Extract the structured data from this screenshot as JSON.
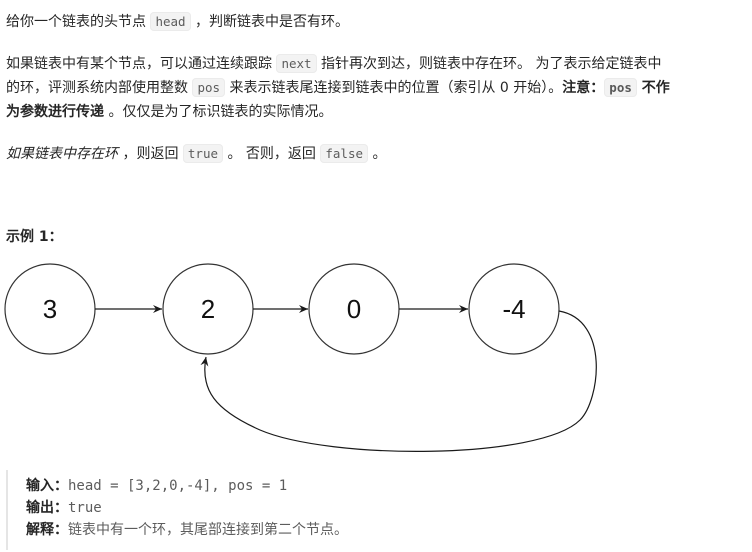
{
  "intro": {
    "p1_before": "给你一个链表的头节点 ",
    "p1_code": "head",
    "p1_after": " ，判断链表中是否有环。"
  },
  "description": {
    "line1_before": "如果链表中有某个节点，可以通过连续跟踪 ",
    "line1_code": "next",
    "line1_after": " 指针再次到达，则链表中存在环。 为了表示给定链表中",
    "line2_before": "的环，评测系统内部使用整数 ",
    "line2_code": "pos",
    "line2_after": " 来表示链表尾连接到链表中的位置（索引从 0 开始）。",
    "note_label": "注意：",
    "note_code": "pos",
    "note_bold_tail": " 不作",
    "line3_bold": "为参数进行传递",
    "line3_after": " 。仅仅是为了标识链表的实际情况。"
  },
  "return_rule": {
    "italic": "如果链表中存在环",
    "mid": " ，则返回 ",
    "true_code": "true",
    "mid2": " 。 否则，返回 ",
    "false_code": "false",
    "end": " 。"
  },
  "example1": {
    "heading": "示例 1：",
    "diagram": {
      "nodes": [
        "3",
        "2",
        "0",
        "-4"
      ],
      "cycle_to_index": 1
    },
    "input_label": "输入：",
    "input_value": "head = [3,2,0,-4], pos = 1",
    "output_label": "输出：",
    "output_value": "true",
    "explain_label": "解释：",
    "explain_value": "链表中有一个环，其尾部连接到第二个节点。"
  }
}
